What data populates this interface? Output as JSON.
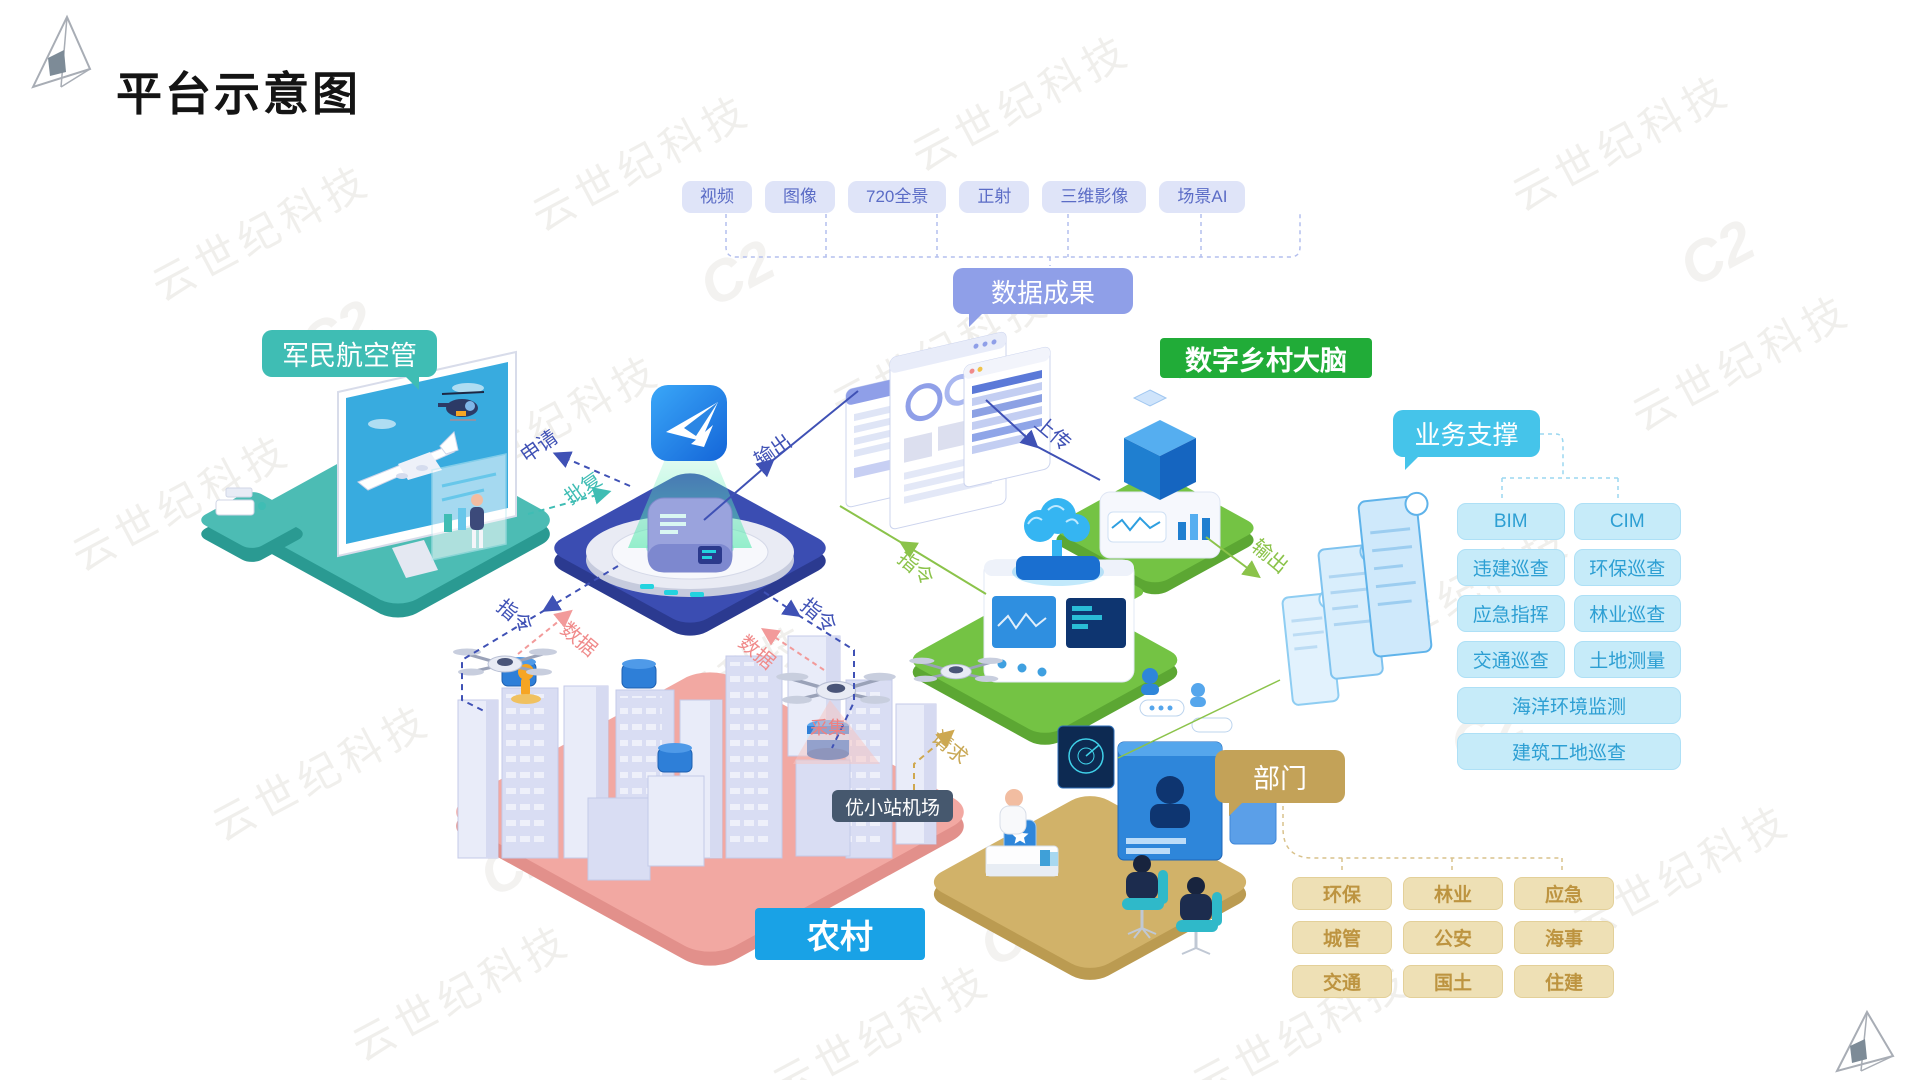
{
  "title": "平台示意图",
  "watermark": {
    "text": "云世纪科技",
    "logo": "C2"
  },
  "source_tags": [
    "视频",
    "图像",
    "720全景",
    "正射",
    "三维影像",
    "场景AI"
  ],
  "bubbles": {
    "data_results": "数据成果",
    "aviation_control": "军民航空管",
    "village_brain": "数字乡村大脑",
    "business_support": "业务支撑",
    "departments": "部门",
    "drone_station": "优小站机场",
    "rural": "农村"
  },
  "flows": {
    "apply": "申请",
    "approve": "批复",
    "output": "输出",
    "upload": "上传",
    "command": "指令",
    "data": "数据",
    "collect": "采集",
    "request": "请求"
  },
  "business_items": [
    "BIM",
    "CIM",
    "违建巡查",
    "环保巡查",
    "应急指挥",
    "林业巡查",
    "交通巡查",
    "土地测量",
    "海洋环境监测",
    "建筑工地巡查"
  ],
  "department_items": [
    "环保",
    "林业",
    "应急",
    "城管",
    "公安",
    "海事",
    "交通",
    "国土",
    "住建"
  ],
  "colors": {
    "arrow_blue": "#3f51b5",
    "arrow_teal": "#3fbdb4",
    "arrow_red": "#f29a9a",
    "arrow_green": "#8bc34a",
    "arrow_gold": "#cfa84f",
    "brain_green": "#21ac38",
    "support_cyan": "#45c4ea",
    "dept_gold": "#c3a258",
    "rural_blue": "#19a2e6",
    "hub_navy": "#3b4db2",
    "city_pink": "#f2a8a2",
    "platform_green": "#74c344",
    "platform_teal": "#4cbcb4"
  }
}
